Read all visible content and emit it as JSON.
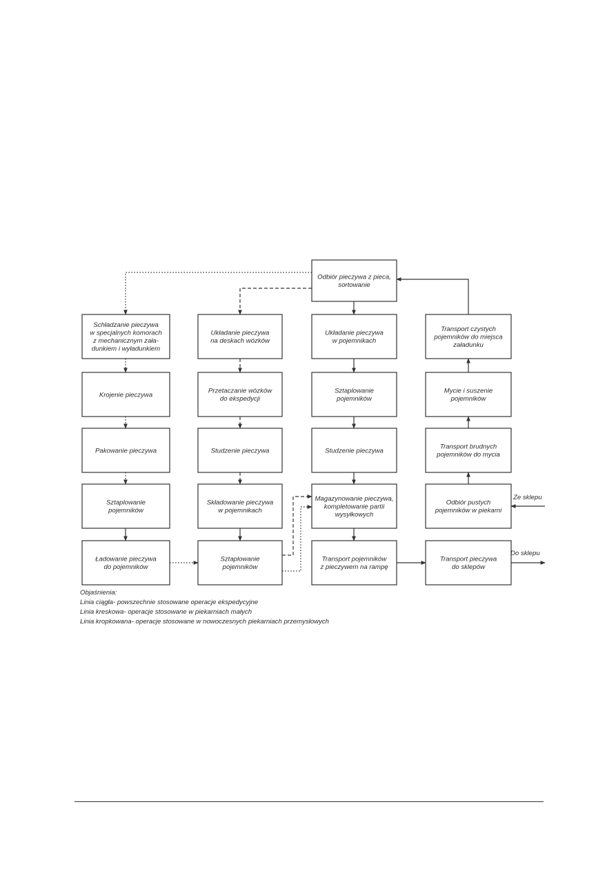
{
  "boxes": [
    {
      "id": "odbior",
      "lines": [
        "Odbiór pieczywa z pieca,",
        "sortowanie"
      ]
    },
    {
      "id": "schladzanie",
      "lines": [
        "Schładzanie pieczywa",
        "w specjalnych komorach",
        "z mechanicznym zała-",
        "dunkiem i wyładunkiem"
      ]
    },
    {
      "id": "ukladanie-wozki",
      "lines": [
        "Układanie pieczywa",
        "na deskach wózków"
      ]
    },
    {
      "id": "ukladanie-pojemniki",
      "lines": [
        "Układanie pieczywa",
        "w pojemnikach"
      ]
    },
    {
      "id": "transport-czystych",
      "lines": [
        "Transport czystych",
        "pojemników do miejsca",
        "załadunku"
      ]
    },
    {
      "id": "krojenie",
      "lines": [
        "Krojenie pieczywa"
      ]
    },
    {
      "id": "przetaczanie",
      "lines": [
        "Przetaczanie wózków",
        "do ekspedycji"
      ]
    },
    {
      "id": "sztaplowanie-2",
      "lines": [
        "Sztaplowanie",
        "pojemników"
      ]
    },
    {
      "id": "mycie",
      "lines": [
        "Mycie i suszenie",
        "pojemników"
      ]
    },
    {
      "id": "pakowanie",
      "lines": [
        "Pakowanie pieczywa"
      ]
    },
    {
      "id": "studzenie-1",
      "lines": [
        "Studzenie pieczywa"
      ]
    },
    {
      "id": "studzenie-2",
      "lines": [
        "Studzenie pieczywa"
      ]
    },
    {
      "id": "transport-brudnych",
      "lines": [
        "Transport brudnych",
        "pojemników do mycia"
      ]
    },
    {
      "id": "sztaplowanie-1",
      "lines": [
        "Sztaplowanie",
        "pojemników"
      ]
    },
    {
      "id": "skladowanie",
      "lines": [
        "Składowanie pieczywa",
        "w pojemnikach"
      ]
    },
    {
      "id": "magazynowanie",
      "lines": [
        "Magazynowanie pieczywa,",
        "kompletowanie partii",
        "wysyłkowych"
      ]
    },
    {
      "id": "odbior-pustych",
      "lines": [
        "Odbiór pustych",
        "pojemników w piekarni"
      ]
    },
    {
      "id": "ladowanie",
      "lines": [
        "Ładowanie pieczywa",
        "do pojemników"
      ]
    },
    {
      "id": "sztaplowanie-3",
      "lines": [
        "Sztaplowanie",
        "pojemników"
      ]
    },
    {
      "id": "transport-rampa",
      "lines": [
        "Transport pojemników",
        "z pieczywem na rampę"
      ]
    },
    {
      "id": "transport-sklepy",
      "lines": [
        "Transport pieczywa",
        "do sklepów"
      ]
    }
  ],
  "labels": {
    "from_shop": "Ze sklepu",
    "to_shop": "Do sklepu"
  },
  "legend": {
    "title": "Objaśnienia:",
    "solid": "Linia ciągła- powszechnie stosowane operacje ekspedycyjne",
    "dashed": "Linia kreskowa- operacje stosowane w piekarniach małych",
    "dotted": "Linia kropkowana- operacje stosowane w nowoczesnych piekarniach przemysłowych"
  }
}
